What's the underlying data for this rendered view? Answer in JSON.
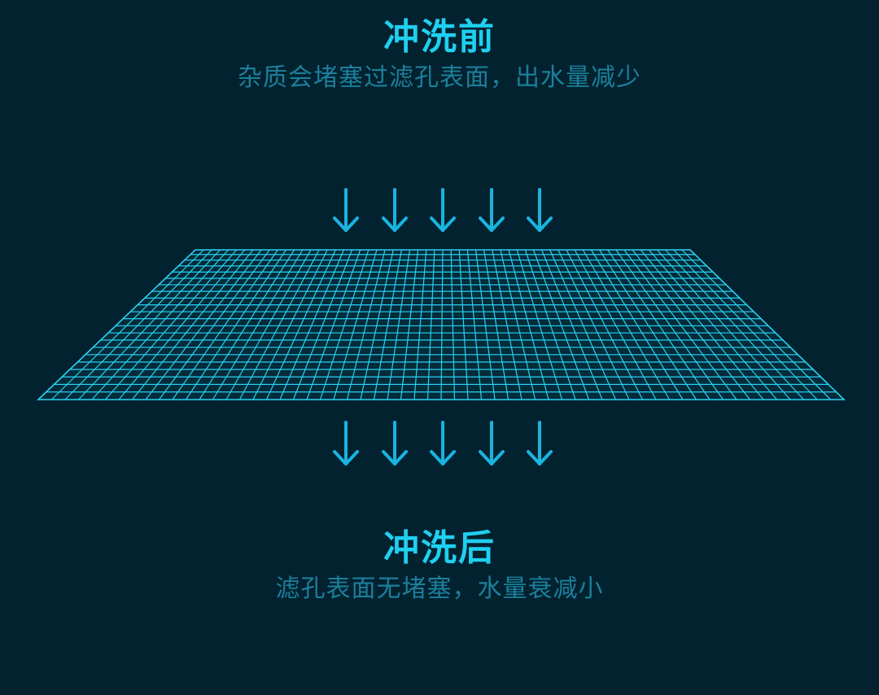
{
  "before": {
    "title": "冲洗前",
    "subtitle": "杂质会堵塞过滤孔表面，出水量减少"
  },
  "after": {
    "title": "冲洗后",
    "subtitle": "滤孔表面无堵塞，水量衰减小"
  },
  "colors": {
    "background": "#022230",
    "accent": "#1fd0f0",
    "subtitle": "#1c7f9a",
    "arrow": "#19b4df",
    "mesh": "#2ad2f2"
  },
  "icons": {
    "flow_arrow": "arrow-down-icon",
    "filter": "filter-mesh-icon"
  }
}
